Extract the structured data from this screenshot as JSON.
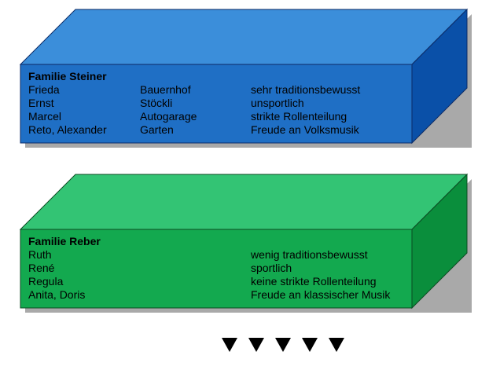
{
  "families": [
    {
      "title": "Familie Steiner",
      "colors": {
        "front": "#1F6FC5",
        "top": "#3B8EDA",
        "side": "#0A50A8",
        "stroke": "#0B2A66"
      },
      "rows": [
        [
          "Frieda",
          "Bauernhof",
          "sehr traditionsbewusst"
        ],
        [
          "Ernst",
          "Stöckli",
          "unsportlich"
        ],
        [
          "Marcel",
          "Autogarage",
          "strikte Rollenteilung"
        ],
        [
          "Reto, Alexander",
          "Garten",
          "Freude an Volksmusik"
        ]
      ]
    },
    {
      "title": "Familie Reber",
      "colors": {
        "front": "#13A94F",
        "top": "#33C474",
        "side": "#0A8E3C",
        "stroke": "#0B4A22"
      },
      "rows": [
        [
          "Ruth",
          "",
          "wenig traditionsbewusst"
        ],
        [
          "René",
          "",
          "sportlich"
        ],
        [
          "Regula",
          "",
          "keine strikte Rollenteilung"
        ],
        [
          "Anita, Doris",
          "",
          "Freude an klassischer Musik"
        ]
      ]
    }
  ],
  "arrows": {
    "count": 5,
    "icon": "down-triangle-icon",
    "color": "#000000"
  }
}
